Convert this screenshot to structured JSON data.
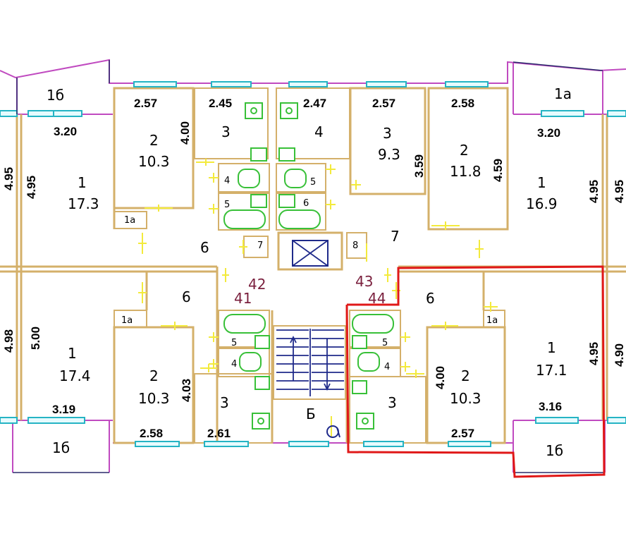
{
  "plan": {
    "dimensions": {
      "d_2_57_top_left": "2.57",
      "d_2_45": "2.45",
      "d_2_47": "2.47",
      "d_2_57_top_mid": "2.57",
      "d_2_58_top": "2.58",
      "d_3_20_left": "3.20",
      "d_3_20_right": "3.20",
      "d_4_00_top": "4.00",
      "d_3_59": "3.59",
      "d_4_59": "4.59",
      "d_4_95_l1": "4.95",
      "d_4_95_l2": "4.95",
      "d_4_95_r1": "4.95",
      "d_4_95_r2": "4.95",
      "d_4_98": "4.98",
      "d_5_00": "5.00",
      "d_4_03": "4.03",
      "d_4_00_bottom": "4.00",
      "d_4_95_br": "4.95",
      "d_4_90": "4.90",
      "d_3_19": "3.19",
      "d_3_16": "3.16",
      "d_2_58_bottom": "2.58",
      "d_2_61": "2.61",
      "d_2_57_bottom": "2.57"
    },
    "rooms": {
      "r_1b_top_left": "1б",
      "r_1a_top_right": "1а",
      "r_2_tl": "2",
      "a_10_3_tl": "10.3",
      "r_3_tl": "3",
      "r_4_t": "4",
      "r_3_tr": "3",
      "a_9_3": "9.3",
      "r_2_tr": "2",
      "a_11_8": "11.8",
      "r_1_tl": "1",
      "a_17_3": "17.3",
      "r_1_tr": "1",
      "a_16_9": "16.9",
      "r_1a_small_tl": "1а",
      "r_6_tl": "6",
      "r_7_tr": "7",
      "r_7_small": "7",
      "r_8_small": "8",
      "r_4_wc_l": "4",
      "r_5_bath_l": "5",
      "r_5_wc_r": "5",
      "r_6_bath_r": "6",
      "r_6_bl": "6",
      "r_6_br": "6",
      "r_1a_small_bl": "1а",
      "r_1a_small_br": "1а",
      "r_1_bl": "1",
      "a_17_4": "17.4",
      "r_2_bl": "2",
      "a_10_3_bl": "10.3",
      "r_3_bl": "3",
      "r_5_bath_bl": "5",
      "r_4_wc_bl": "4",
      "r_5_bath_br": "5",
      "r_4_wc_br": "4",
      "r_3_br": "3",
      "r_2_br": "2",
      "a_10_3_br": "10.3",
      "r_1_br": "1",
      "a_17_1": "17.1",
      "r_b_stair": "Б",
      "r_1b_bl": "1б",
      "r_1b_br": "1б"
    },
    "apartments": {
      "apt_41": "41",
      "apt_42": "42",
      "apt_43": "43",
      "apt_44": "44"
    },
    "colors": {
      "walls": "#d4b06a",
      "outer_walls": "#c04ac0",
      "windows": "#25b4c4",
      "doors": "#f3ea3c",
      "fixtures": "#38c038",
      "apartment_numbers": "#7a1f3d",
      "highlight": "#e01818"
    }
  }
}
